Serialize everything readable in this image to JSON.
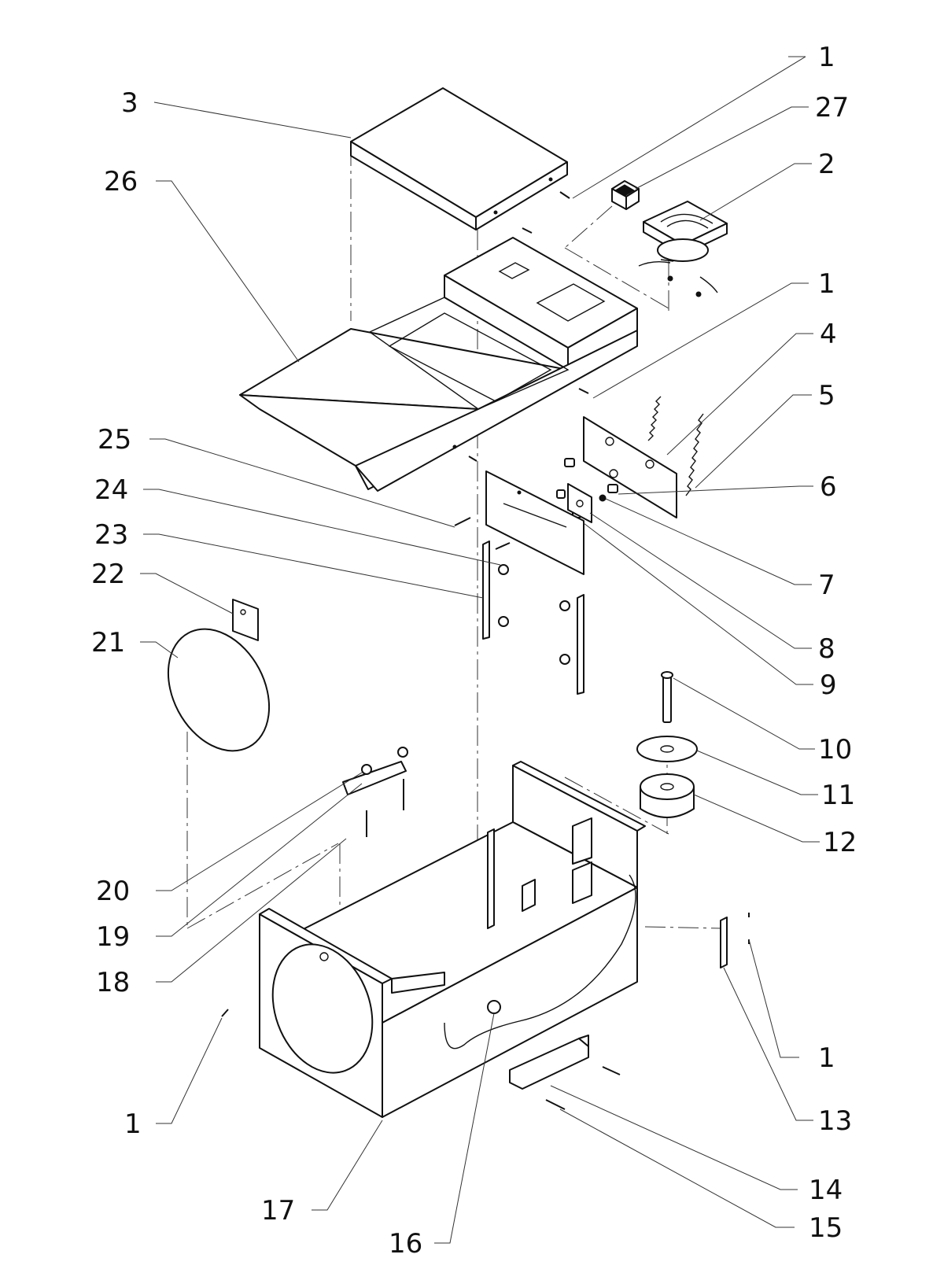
{
  "callouts": [
    {
      "id": "c1a",
      "text": "1"
    },
    {
      "id": "c27",
      "text": "27"
    },
    {
      "id": "c2",
      "text": "2"
    },
    {
      "id": "c1b",
      "text": "1"
    },
    {
      "id": "c4",
      "text": "4"
    },
    {
      "id": "c5",
      "text": "5"
    },
    {
      "id": "c6",
      "text": "6"
    },
    {
      "id": "c7",
      "text": "7"
    },
    {
      "id": "c8",
      "text": "8"
    },
    {
      "id": "c9",
      "text": "9"
    },
    {
      "id": "c10",
      "text": "10"
    },
    {
      "id": "c11",
      "text": "11"
    },
    {
      "id": "c12",
      "text": "12"
    },
    {
      "id": "c1c",
      "text": "1"
    },
    {
      "id": "c13",
      "text": "13"
    },
    {
      "id": "c14",
      "text": "14"
    },
    {
      "id": "c15",
      "text": "15"
    },
    {
      "id": "c3",
      "text": "3"
    },
    {
      "id": "c26",
      "text": "26"
    },
    {
      "id": "c25",
      "text": "25"
    },
    {
      "id": "c24",
      "text": "24"
    },
    {
      "id": "c23",
      "text": "23"
    },
    {
      "id": "c22",
      "text": "22"
    },
    {
      "id": "c21",
      "text": "21"
    },
    {
      "id": "c20",
      "text": "20"
    },
    {
      "id": "c19",
      "text": "19"
    },
    {
      "id": "c18",
      "text": "18"
    },
    {
      "id": "c1d",
      "text": "1"
    },
    {
      "id": "c17",
      "text": "17"
    },
    {
      "id": "c16",
      "text": "16"
    }
  ]
}
